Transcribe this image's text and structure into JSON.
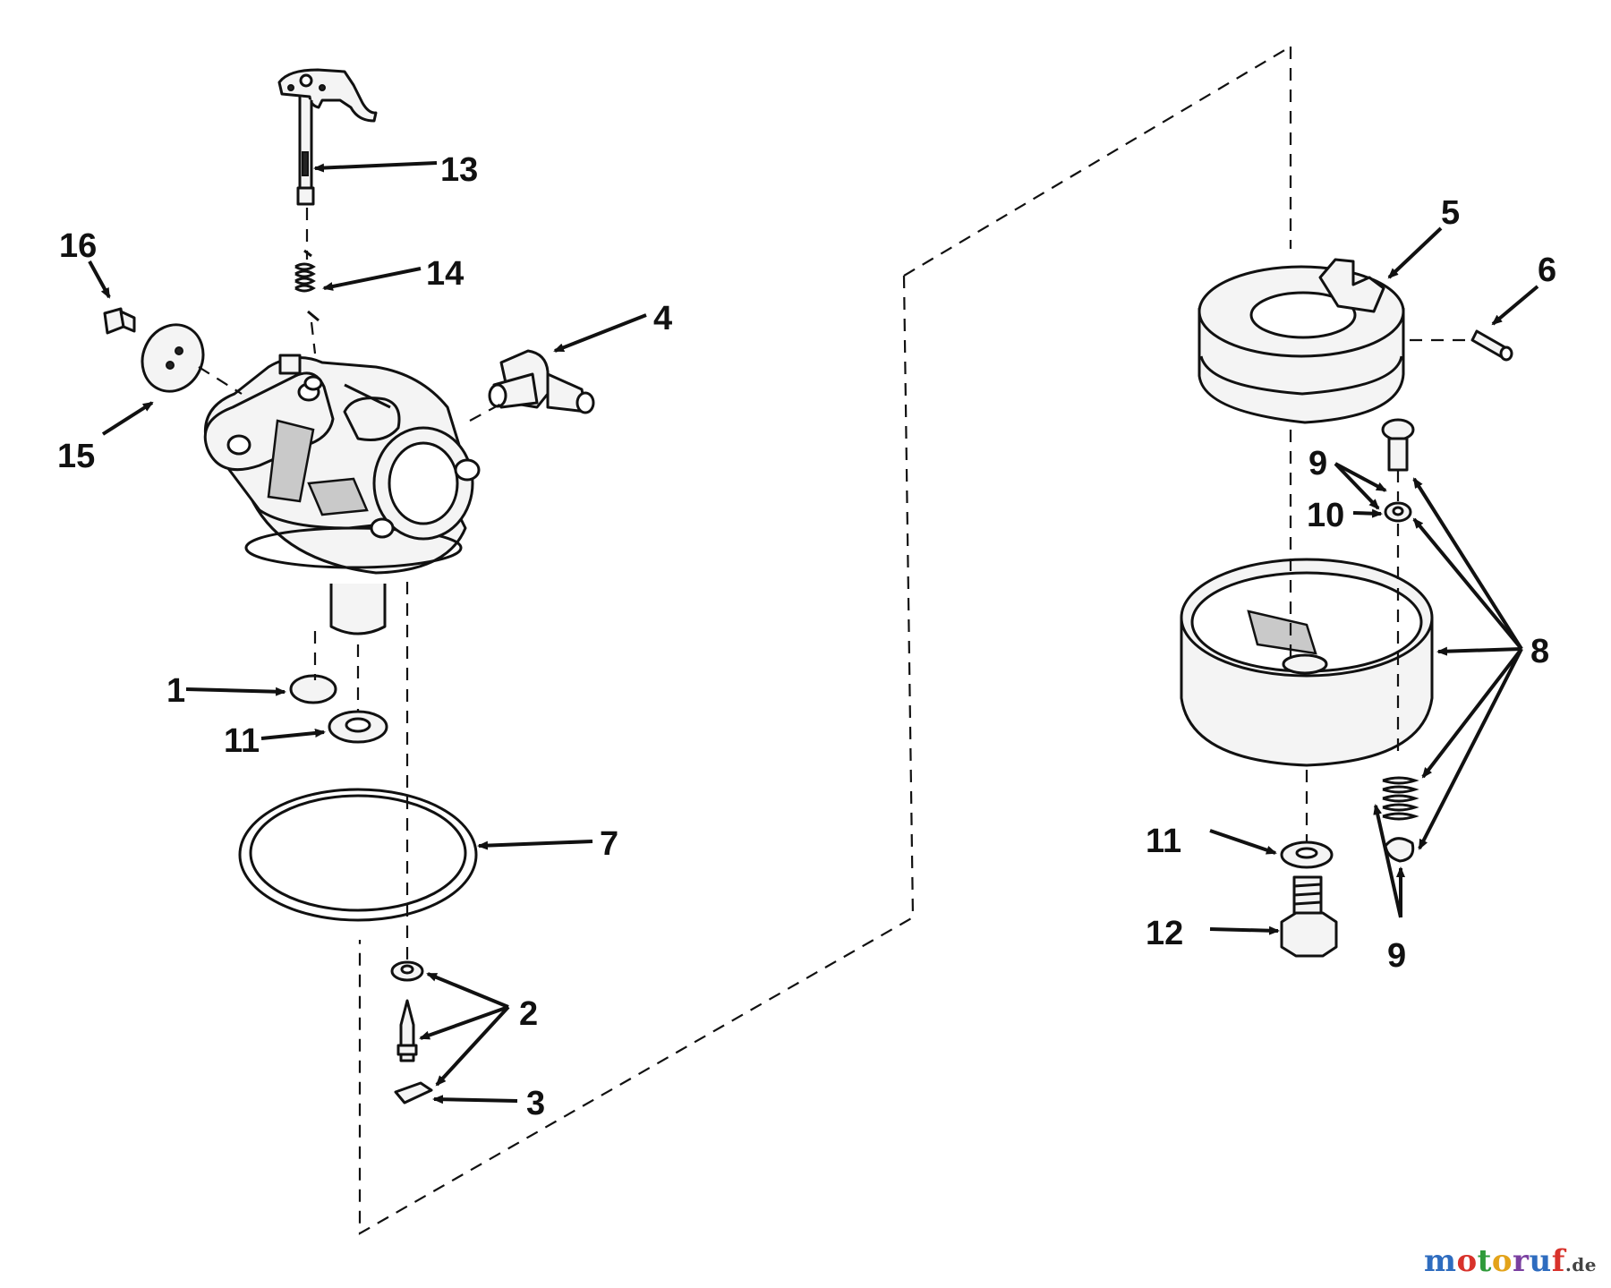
{
  "diagram": {
    "callouts": {
      "c1": "1",
      "c2": "2",
      "c3": "3",
      "c4": "4",
      "c5": "5",
      "c6": "6",
      "c7": "7",
      "c8": "8",
      "c9a": "9",
      "c9b": "9",
      "c10": "10",
      "c11a": "11",
      "c11b": "11",
      "c12": "12",
      "c13": "13",
      "c14": "14",
      "c15": "15",
      "c16": "16"
    }
  },
  "watermark": {
    "letters": [
      "m",
      "o",
      "t",
      "o",
      "r",
      "u",
      "f"
    ],
    "suffix": ".de",
    "letter_colors": [
      "#2e6cbf",
      "#d8322b",
      "#2f9a3a",
      "#e3a31a",
      "#7a3fa0",
      "#2e6cbf",
      "#d8322b"
    ]
  }
}
